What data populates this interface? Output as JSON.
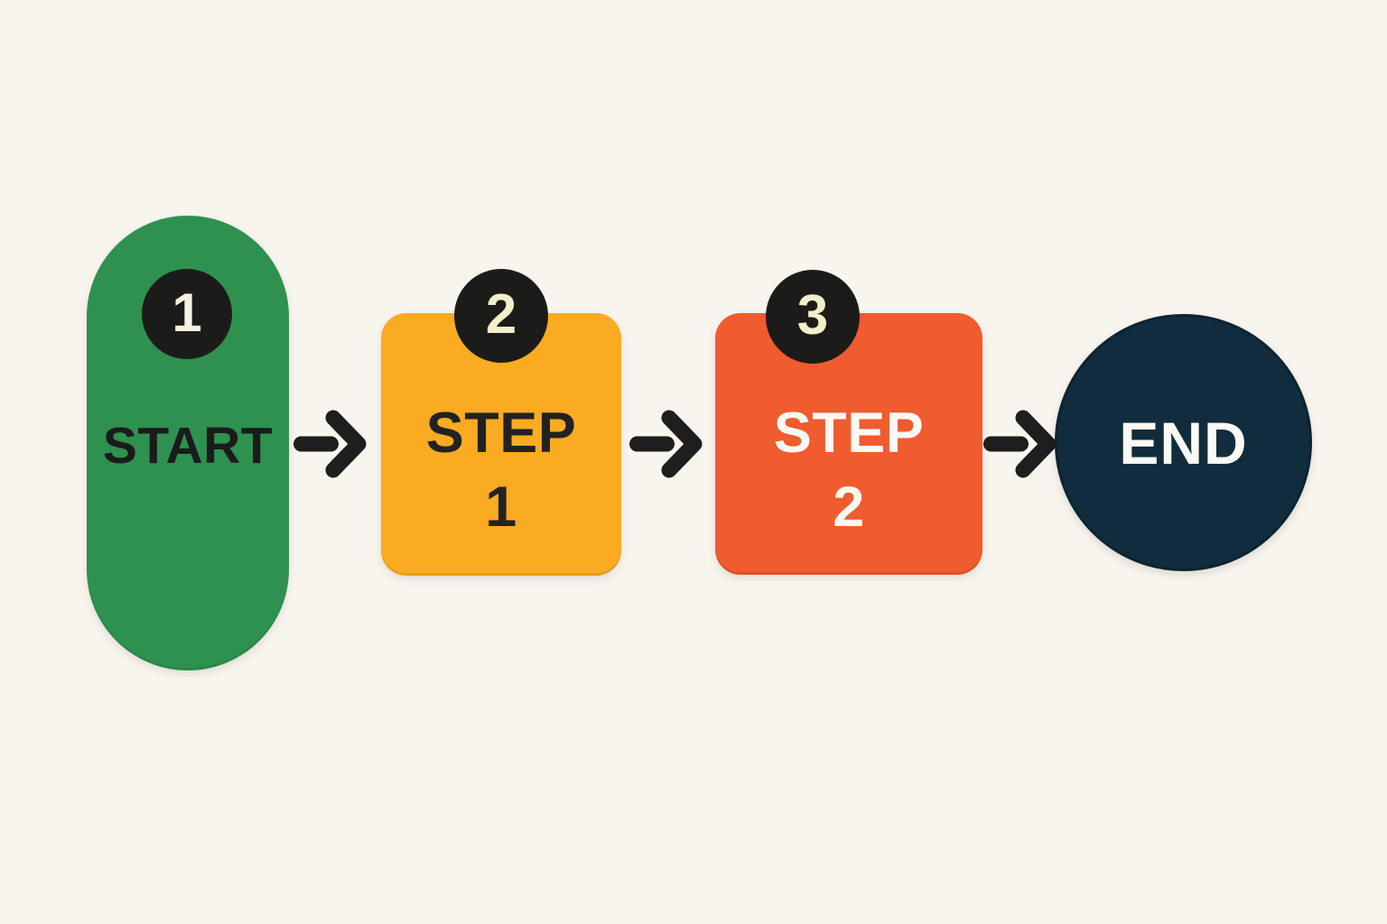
{
  "canvas": {
    "background": "#f8f5ee",
    "title": "Start / Step 1 / Step 2 / End flowchart"
  },
  "arrow_color": "#1e1e1e",
  "nodes": [
    {
      "name": "start",
      "shape": "capsule",
      "label": "START",
      "badge": "1",
      "fill": "#2e9150",
      "label_color": "#1b1b1b",
      "badge_fill": "#1b1c1a",
      "badge_text_color": "#f4f1e2"
    },
    {
      "name": "step-1",
      "shape": "rounded-square",
      "label": "STEP 1",
      "label_line1": "STEP",
      "label_line2": "1",
      "badge": "2",
      "fill": "#fbab21",
      "label_color": "#222222",
      "badge_fill": "#1b1c1a",
      "badge_text_color": "#f3efc9"
    },
    {
      "name": "step-2",
      "shape": "rounded-square",
      "label": "STEP 2",
      "label_line1": "STEP",
      "label_line2": "2",
      "badge": "3",
      "fill": "#f05b2f",
      "label_color": "#fbfaf2",
      "badge_fill": "#1b1c1a",
      "badge_text_color": "#f3efc9"
    },
    {
      "name": "end",
      "shape": "circle",
      "label": "END",
      "fill": "#112c3c",
      "label_color": "#fbfaf4"
    }
  ]
}
